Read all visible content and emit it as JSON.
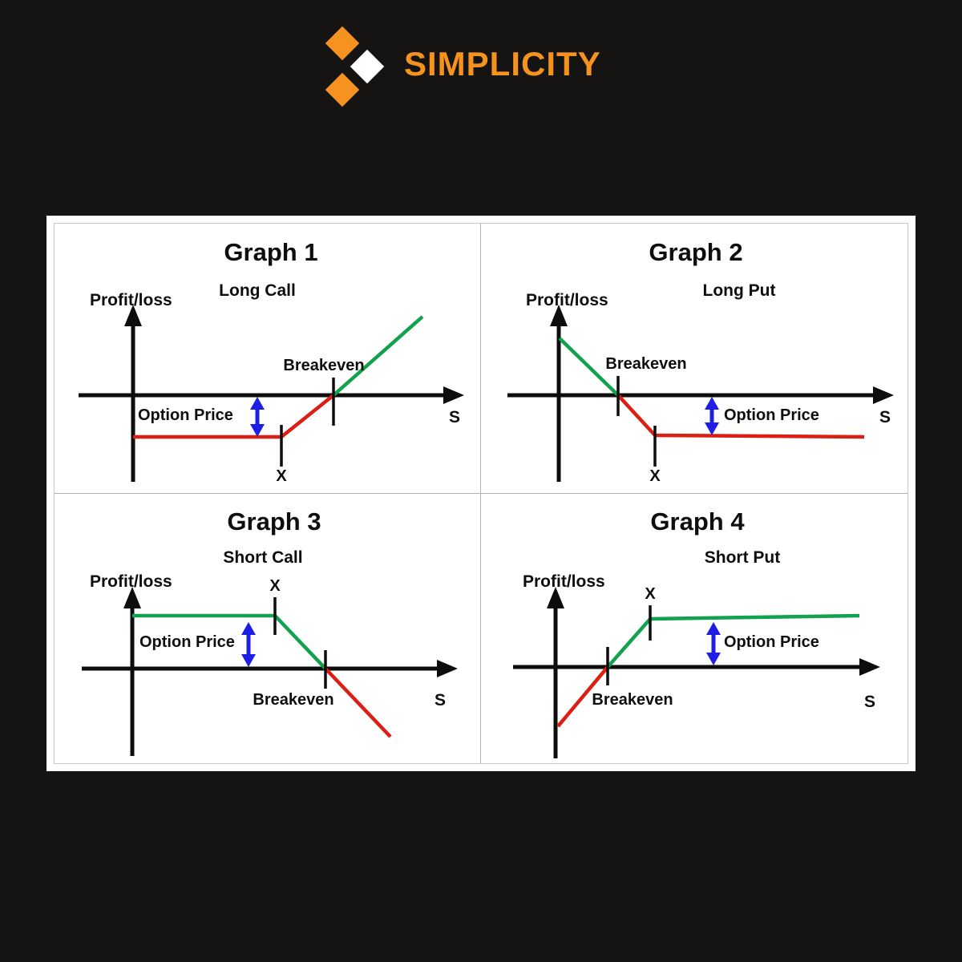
{
  "logo": {
    "text": "SIMPLICITY"
  },
  "colors": {
    "background": "#161413",
    "accent_orange": "#f6921e",
    "panel_white": "#ffffff",
    "loss_red": "#dc1f14",
    "profit_green": "#12a14e",
    "arrow_blue": "#1e1ee4",
    "axis_black": "#0d0d0d"
  },
  "chart_data": [
    {
      "type": "line",
      "title": "Graph 1",
      "subtitle": "Long Call",
      "ylabel": "Profit/loss",
      "xlabel": "S",
      "strike_label": "X",
      "breakeven_label": "Breakeven",
      "option_price_label": "Option Price",
      "strike_x": 3,
      "breakeven_x": 4,
      "option_price": 1,
      "series": [
        {
          "name": "loss-region",
          "color": "#dc1f14",
          "points": [
            [
              0,
              -1
            ],
            [
              3,
              -1
            ],
            [
              4,
              0
            ]
          ]
        },
        {
          "name": "profit-region",
          "color": "#12a14e",
          "points": [
            [
              4,
              0
            ],
            [
              5.8,
              1.8
            ]
          ]
        }
      ]
    },
    {
      "type": "line",
      "title": "Graph 2",
      "subtitle": "Long Put",
      "ylabel": "Profit/loss",
      "xlabel": "S",
      "strike_label": "X",
      "breakeven_label": "Breakeven",
      "option_price_label": "Option Price",
      "strike_x": 3,
      "breakeven_x": 2,
      "option_price": 1,
      "series": [
        {
          "name": "profit-region",
          "color": "#12a14e",
          "points": [
            [
              0,
              2
            ],
            [
              2,
              0
            ]
          ]
        },
        {
          "name": "loss-region",
          "color": "#dc1f14",
          "points": [
            [
              2,
              0
            ],
            [
              3,
              -1
            ],
            [
              8,
              -1
            ]
          ]
        }
      ]
    },
    {
      "type": "line",
      "title": "Graph 3",
      "subtitle": "Short Call",
      "ylabel": "Profit/loss",
      "xlabel": "S",
      "strike_label": "X",
      "breakeven_label": "Breakeven",
      "option_price_label": "Option Price",
      "strike_x": 3,
      "breakeven_x": 4,
      "option_price": 1,
      "series": [
        {
          "name": "profit-region",
          "color": "#12a14e",
          "points": [
            [
              0,
              1
            ],
            [
              3,
              1
            ],
            [
              4,
              0
            ]
          ]
        },
        {
          "name": "loss-region",
          "color": "#dc1f14",
          "points": [
            [
              4,
              0
            ],
            [
              5.3,
              -1.3
            ]
          ]
        }
      ]
    },
    {
      "type": "line",
      "title": "Graph 4",
      "subtitle": "Short Put",
      "ylabel": "Profit/loss",
      "xlabel": "S",
      "strike_label": "X",
      "breakeven_label": "Breakeven",
      "option_price_label": "Option Price",
      "strike_x": 3,
      "breakeven_x": 2,
      "option_price": 1,
      "series": [
        {
          "name": "loss-region",
          "color": "#dc1f14",
          "points": [
            [
              0,
              -2
            ],
            [
              2,
              0
            ]
          ]
        },
        {
          "name": "profit-region",
          "color": "#12a14e",
          "points": [
            [
              2,
              0
            ],
            [
              3,
              1
            ],
            [
              8,
              1
            ]
          ]
        }
      ]
    }
  ]
}
